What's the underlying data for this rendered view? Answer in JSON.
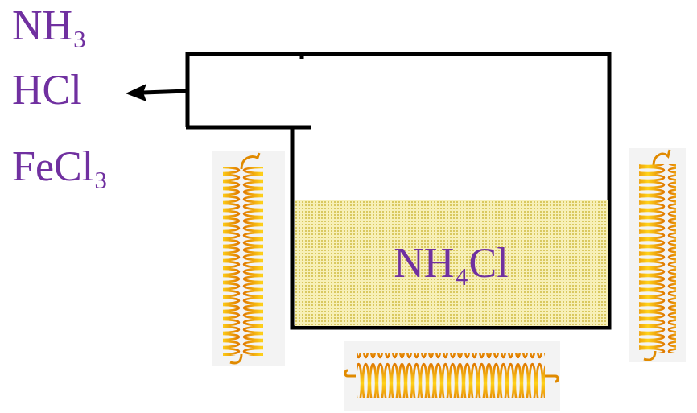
{
  "diagram": {
    "nodes": [
      {
        "text": [
          "NH₄Cl"
        ]
      }
    ],
    "labels": [
      "NH₃",
      "HCl",
      "FeCl₃"
    ]
  }
}
